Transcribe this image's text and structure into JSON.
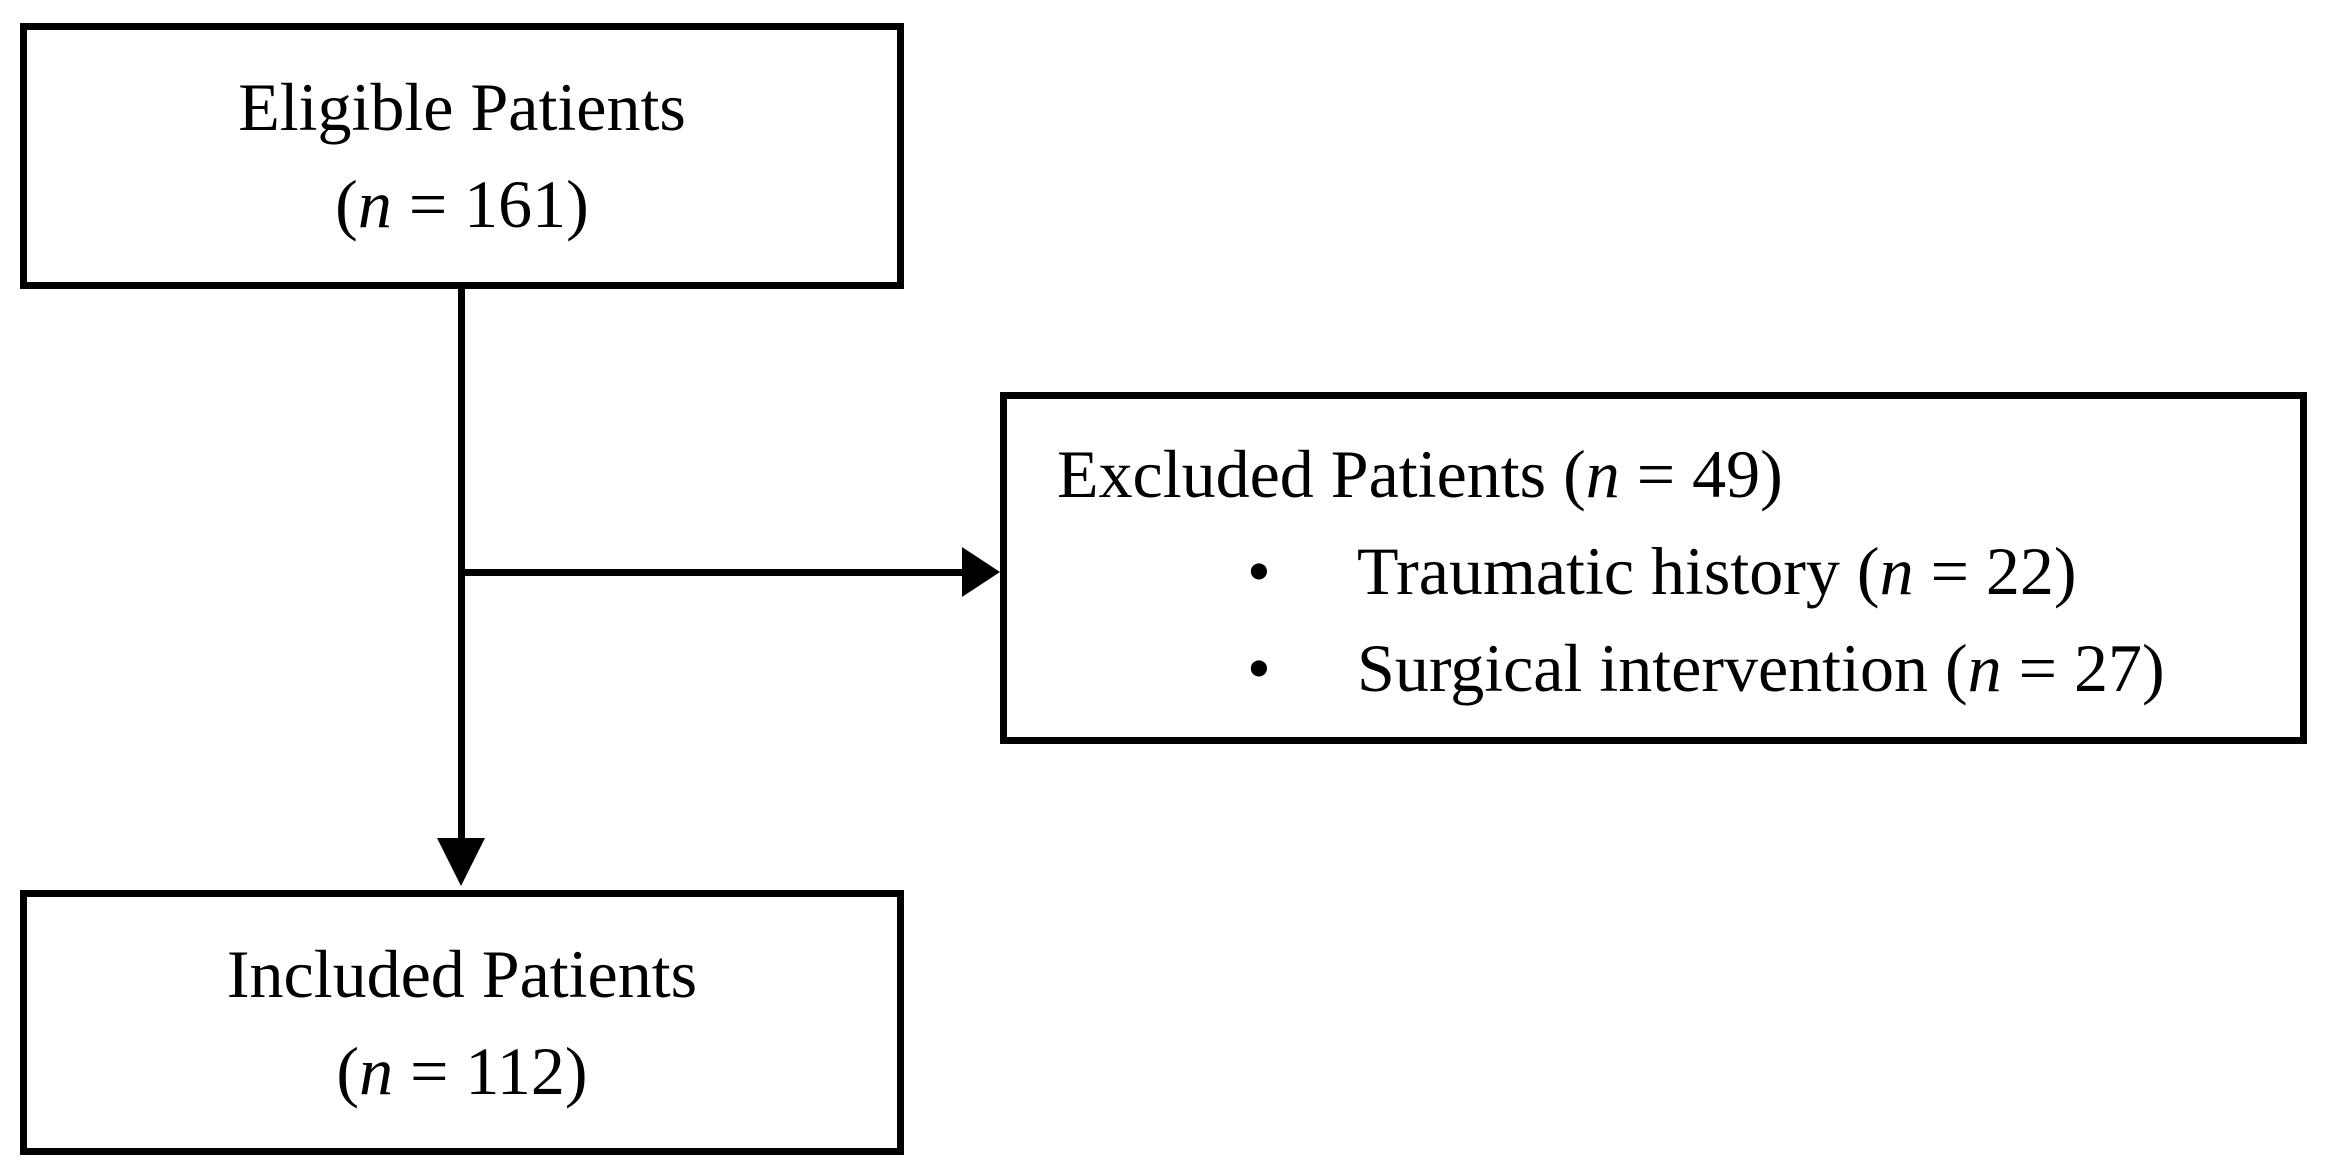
{
  "figure": {
    "type": "flowchart",
    "background": "#ffffff",
    "line_color": "#000000",
    "border_color": "#000000"
  },
  "boxes": {
    "eligible": {
      "title": "Eligible Patients",
      "count": {
        "open": "(",
        "var": "n",
        "rest": " = 161)"
      }
    },
    "excluded": {
      "title": {
        "pre": "Excluded Patients (",
        "var": "n",
        "rest": " = 49)"
      },
      "bullet_char": "•",
      "bullets": [
        {
          "pre": "Traumatic history (",
          "var": "n",
          "rest": " = 22)"
        },
        {
          "pre": "Surgical intervention (",
          "var": "n",
          "rest": " = 27)"
        }
      ]
    },
    "included": {
      "title": "Included Patients",
      "count": {
        "open": "(",
        "var": "n",
        "rest": " = 112)"
      }
    }
  }
}
